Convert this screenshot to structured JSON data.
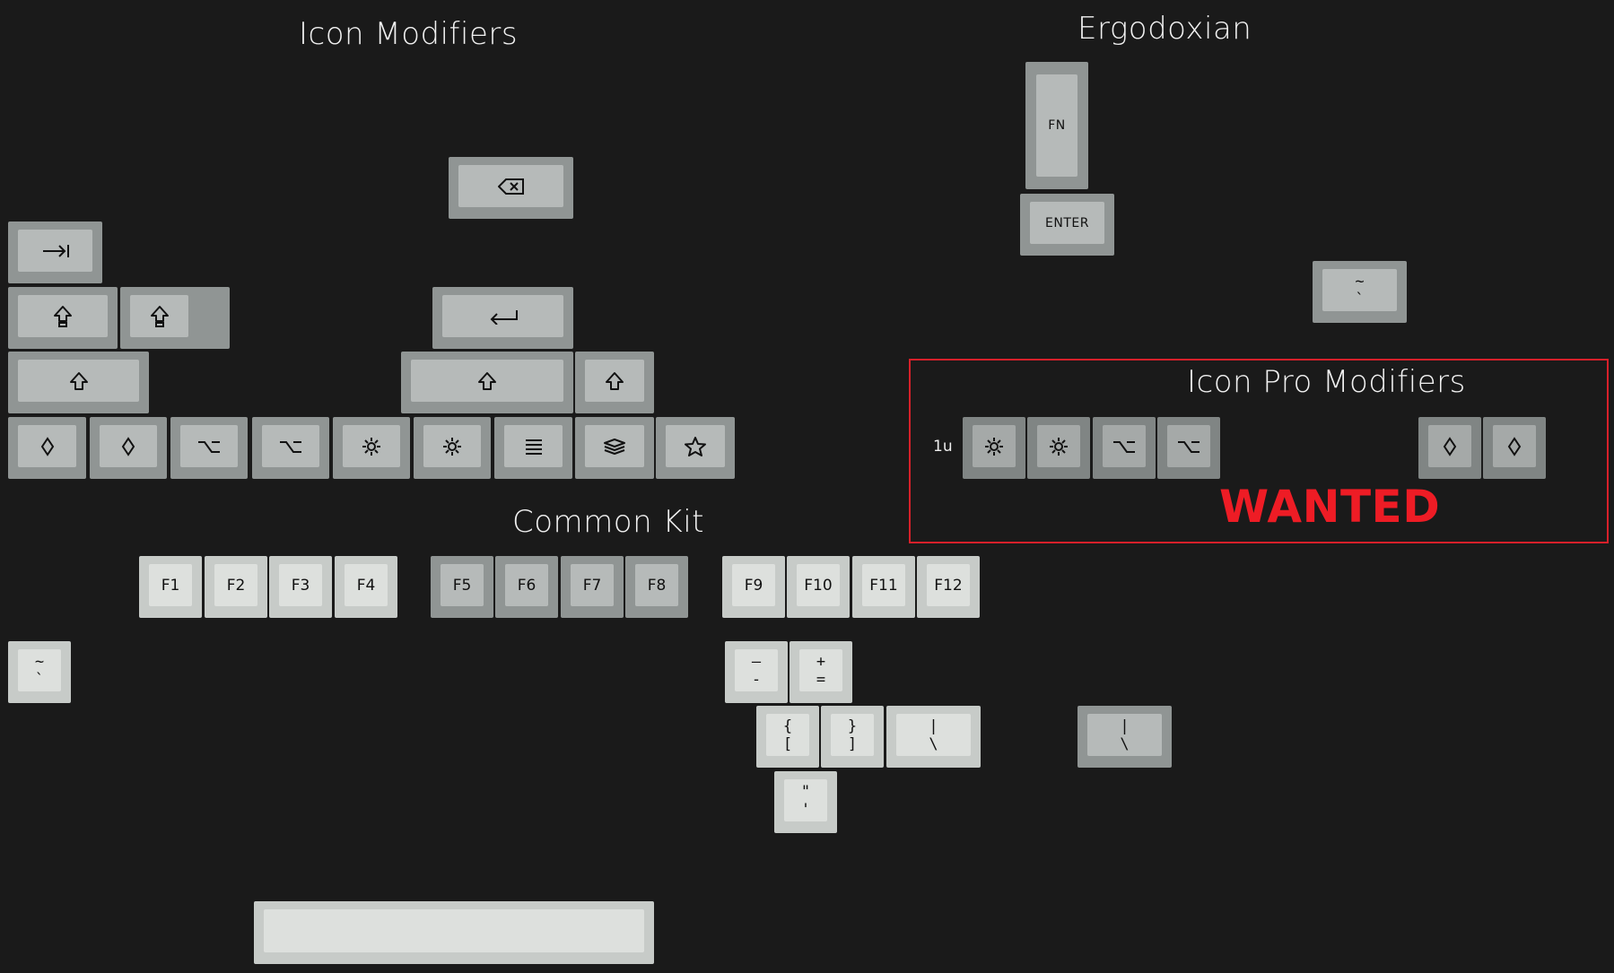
{
  "titles": {
    "icon_modifiers": "Icon Modifiers",
    "ergodoxian": "Ergodoxian",
    "icon_pro_modifiers": "Icon Pro Modifiers",
    "common_kit": "Common Kit"
  },
  "wanted_label": "WANTED",
  "size_label": "1u",
  "keys": {
    "fn": "FN",
    "enter": "ENTER",
    "f1": "F1",
    "f2": "F2",
    "f3": "F3",
    "f4": "F4",
    "f5": "F5",
    "f6": "F6",
    "f7": "F7",
    "f8": "F8",
    "f9": "F9",
    "f10": "F10",
    "f11": "F11",
    "f12": "F12",
    "tilde": {
      "top": "~",
      "bottom": "`"
    },
    "minus": {
      "top": "—",
      "bottom": "-"
    },
    "equals": {
      "top": "+",
      "bottom": "="
    },
    "lbracket": {
      "top": "{",
      "bottom": "["
    },
    "rbracket": {
      "top": "}",
      "bottom": "]"
    },
    "backslash": {
      "top": "|",
      "bottom": "\\"
    },
    "quote": {
      "top": "\"",
      "bottom": "'"
    }
  },
  "colors": {
    "background": "#1a1a1a",
    "modifier": "#b6bab9",
    "alpha": "#dde0dd",
    "accent_red": "#ee1c25"
  },
  "icons": [
    "tab-icon",
    "backspace-icon",
    "caps-shift-icon",
    "return-icon",
    "shift-icon",
    "diamond-icon",
    "option-icon",
    "gear-icon",
    "menu-icon",
    "layers-icon",
    "star-icon"
  ]
}
